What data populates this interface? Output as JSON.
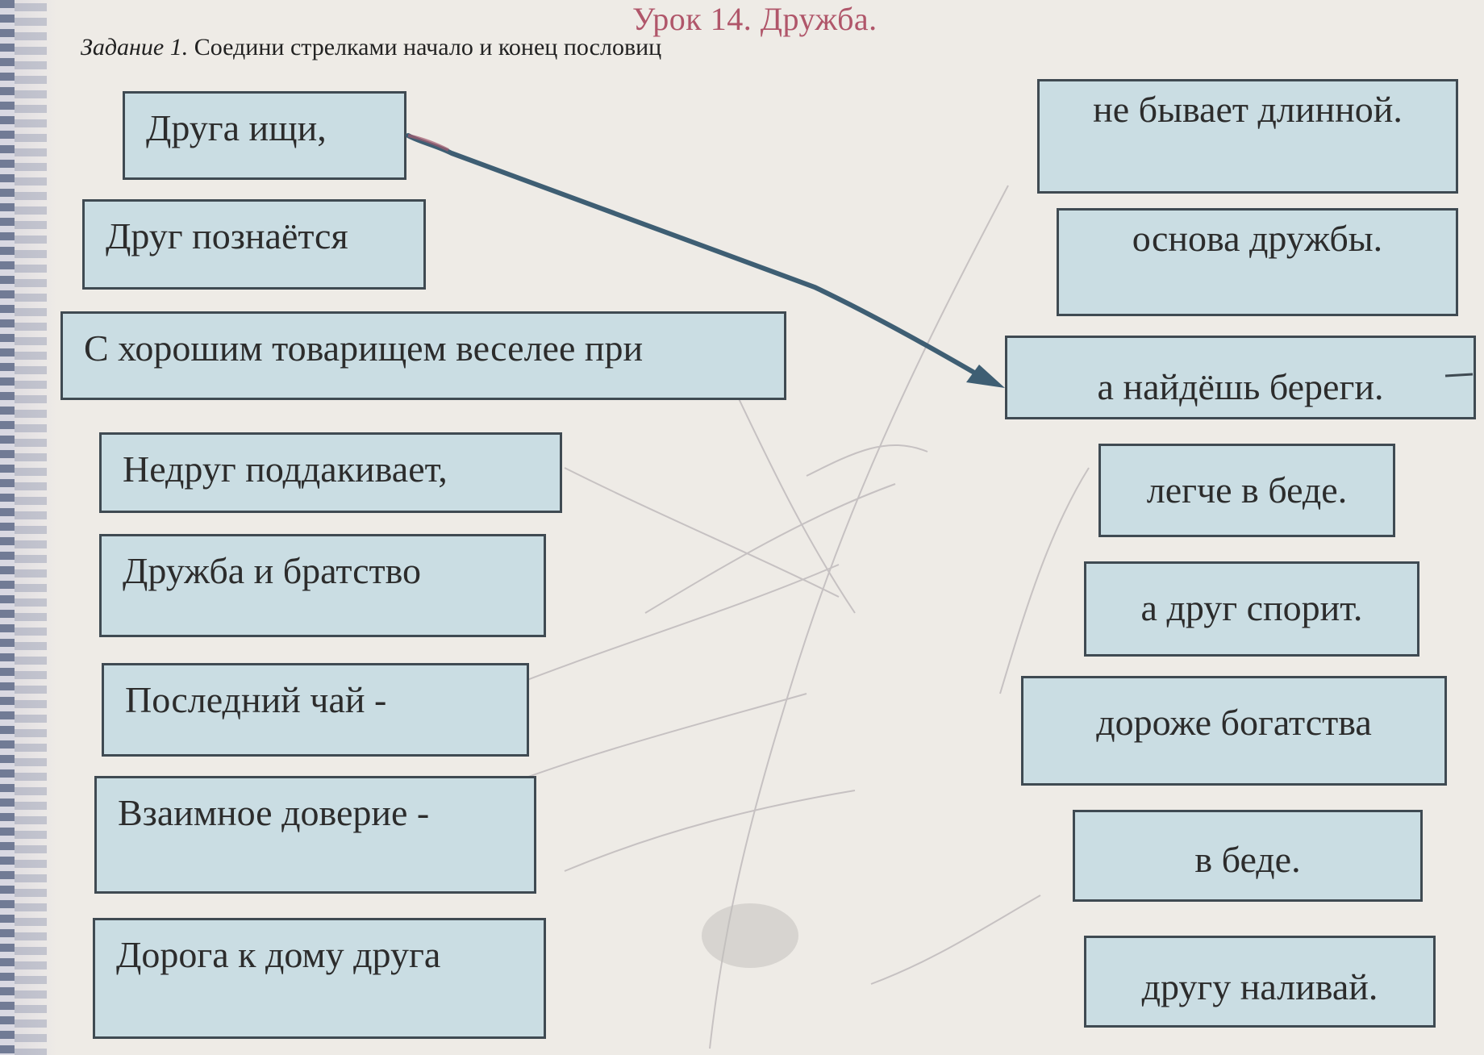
{
  "header": {
    "lesson_title": "Урок 14. Дружба.",
    "task_lead": "Задание 1.",
    "task_text": "Соедини стрелками начало и конец пословиц"
  },
  "left_phrases": [
    "Друга ищи,",
    "Друг познаётся",
    "С хорошим товарищем веселее при",
    "Недруг поддакивает,",
    "Дружба и братство",
    "Последний чай -",
    "Взаимное доверие -",
    "Дорога к дому друга"
  ],
  "right_phrases": [
    "не бывает длинной.",
    "основа дружбы.",
    "а найдёшь береги.",
    "легче в беде.",
    "а друг спорит.",
    "дороже богатства",
    "в беде.",
    "другу наливай."
  ],
  "colors": {
    "card_fill": "#cadde3",
    "card_border": "#3f4a52",
    "arrow": "#3e5e73",
    "title": "#b0566a"
  }
}
